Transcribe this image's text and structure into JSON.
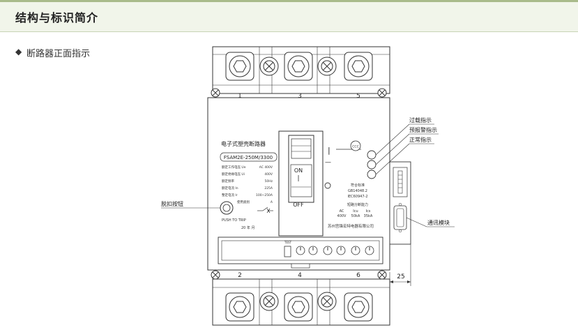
{
  "header": {
    "title": "结构与标识简介",
    "bullet": "◆",
    "subtitle": "断路器正面指示"
  },
  "diagram": {
    "terminals_top": [
      "1",
      "3",
      "5"
    ],
    "terminals_bottom": [
      "2",
      "4",
      "6"
    ],
    "nameplate": {
      "title": "电子式塑壳断路器",
      "model": "FSAM2E-250M/3300",
      "rows": [
        {
          "label": "额定工作电压 Ue",
          "value": "AC  400V"
        },
        {
          "label": "额定绝缘电压 Ui",
          "value": "400V"
        },
        {
          "label": "额定频率",
          "value": "50Hz"
        },
        {
          "label": "额定电流 In",
          "value": "225A"
        },
        {
          "label": "整定电流 Ir",
          "value": "100~250A"
        },
        {
          "label": "使用类别",
          "value": "A"
        }
      ],
      "push_to_trip": "PUSH TO TRIP",
      "date": "20    年    月"
    },
    "handle": {
      "on": "ON",
      "off": "OFF",
      "on_mark": "|",
      "off_mark": "—"
    },
    "certificate": "CCC",
    "standards": {
      "heading": "符合标准",
      "lines": [
        "GB14048.2",
        "IEC60947-2"
      ]
    },
    "breaking": {
      "heading": "短路分断能力",
      "col_heads": [
        "AC",
        "Icu",
        "Ics"
      ],
      "row": [
        "400V",
        "50kA",
        "35kA"
      ]
    },
    "manufacturer": "苏州宫锋宏特电器有限公司",
    "test_label": "TEST",
    "callouts": {
      "overload": "过载指示",
      "prealarm": "预报警指示",
      "normal": "正常指示",
      "trip_button": "脱扣按钮",
      "comm_module": "通讯模块"
    },
    "dimension": "25"
  }
}
